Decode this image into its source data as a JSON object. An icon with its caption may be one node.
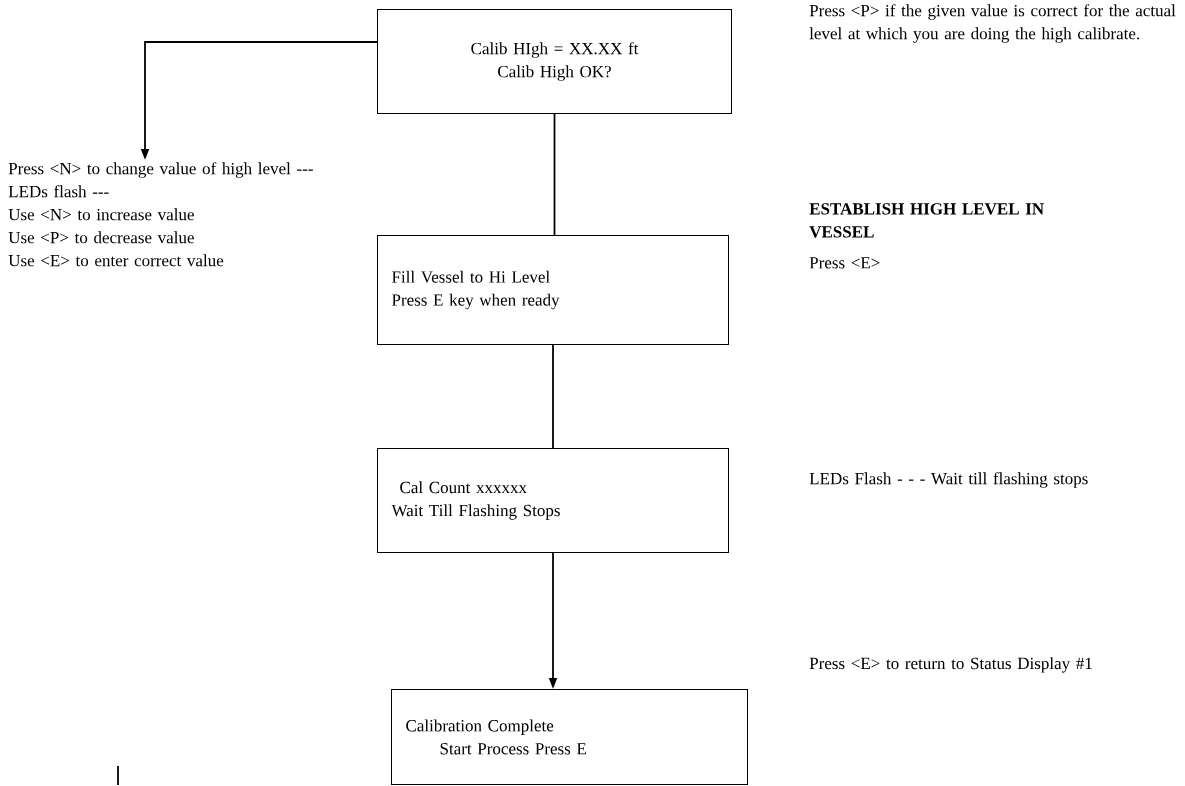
{
  "diagram": {
    "nodes": [
      {
        "text": [
          "Calib HIgh  =  XX.XX  ft",
          "Calib High OK?"
        ]
      },
      {
        "text": [
          "Press <N> to change value of high level --- LEDs flash ---",
          "Use <N> to increase value",
          "Use <P> to decrease value",
          "Use <E> to enter correct value"
        ]
      },
      {
        "text": [
          "Fill Vessel to Hi Level",
          "Press E key when ready"
        ]
      },
      {
        "text": [
          "Cal Count   xxxxxx",
          "Wait Till Flashing Stops"
        ]
      },
      {
        "text": [
          "Calibration Complete",
          "Start Process Press E"
        ]
      }
    ],
    "edges": [
      {
        "from": 0,
        "to": 1,
        "arrow": "to"
      },
      {
        "from": 0,
        "to": 2,
        "arrow": "none"
      },
      {
        "from": 2,
        "to": 3,
        "arrow": "none"
      },
      {
        "from": 3,
        "to": 4,
        "arrow": "to"
      }
    ],
    "labels": [
      "Press <P> if the given value is correct for the actual level at which you are doing the high calibrate.",
      "ESTABLISH HIGH LEVEL IN VESSEL",
      "Press <E>",
      "LEDs  Flash - - - Wait till flashing stops",
      "Press <E> to return to Status Display #1"
    ]
  }
}
